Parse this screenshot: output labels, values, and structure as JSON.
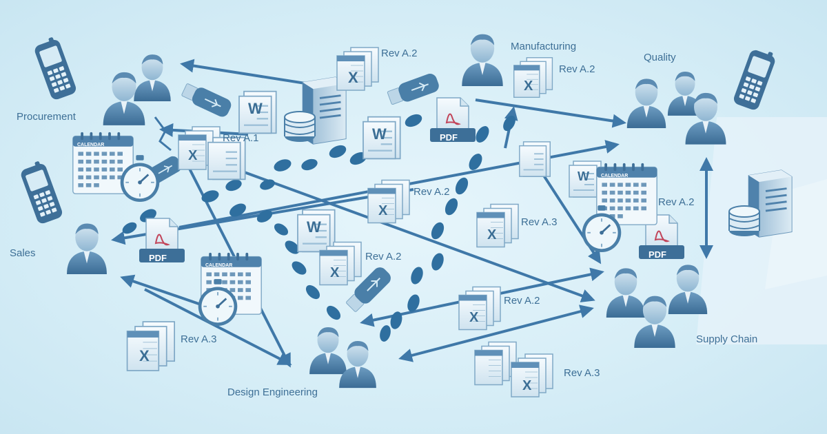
{
  "nodes": {
    "procurement": "Procurement",
    "sales": "Sales",
    "manufacturing": "Manufacturing",
    "quality": "Quality",
    "supply_chain": "Supply Chain",
    "design_engineering": "Design Engineering"
  },
  "revisions": {
    "top_center": "Rev A.2",
    "manufacturing": "Rev A.2",
    "left_top": "Rev A.1",
    "center_upper": "Rev A.2",
    "center_right": "Rev A.3",
    "right_mid": "Rev A.2",
    "center_lower": "Rev A.2",
    "lower_center": "Rev A.2",
    "bottom_left": "Rev A.3",
    "bottom_right": "Rev A.3"
  },
  "badges": {
    "pdf": "PDF",
    "calendar": "CALENDAR",
    "word": "W",
    "excel": "X"
  },
  "colors": {
    "background": "#d7eef7",
    "arrow": "#3f78a8",
    "footprint": "#2f6f9f",
    "label": "#3d6f96",
    "icon_dark": "#4a7fa8",
    "icon_light": "#bcd9ea"
  },
  "icons": [
    "mobile-phone-icon",
    "person-icon",
    "usb-drive-icon",
    "word-document-icon",
    "excel-document-icon",
    "pdf-document-icon",
    "calendar-icon",
    "stopwatch-icon",
    "server-icon",
    "footprints-icon"
  ]
}
